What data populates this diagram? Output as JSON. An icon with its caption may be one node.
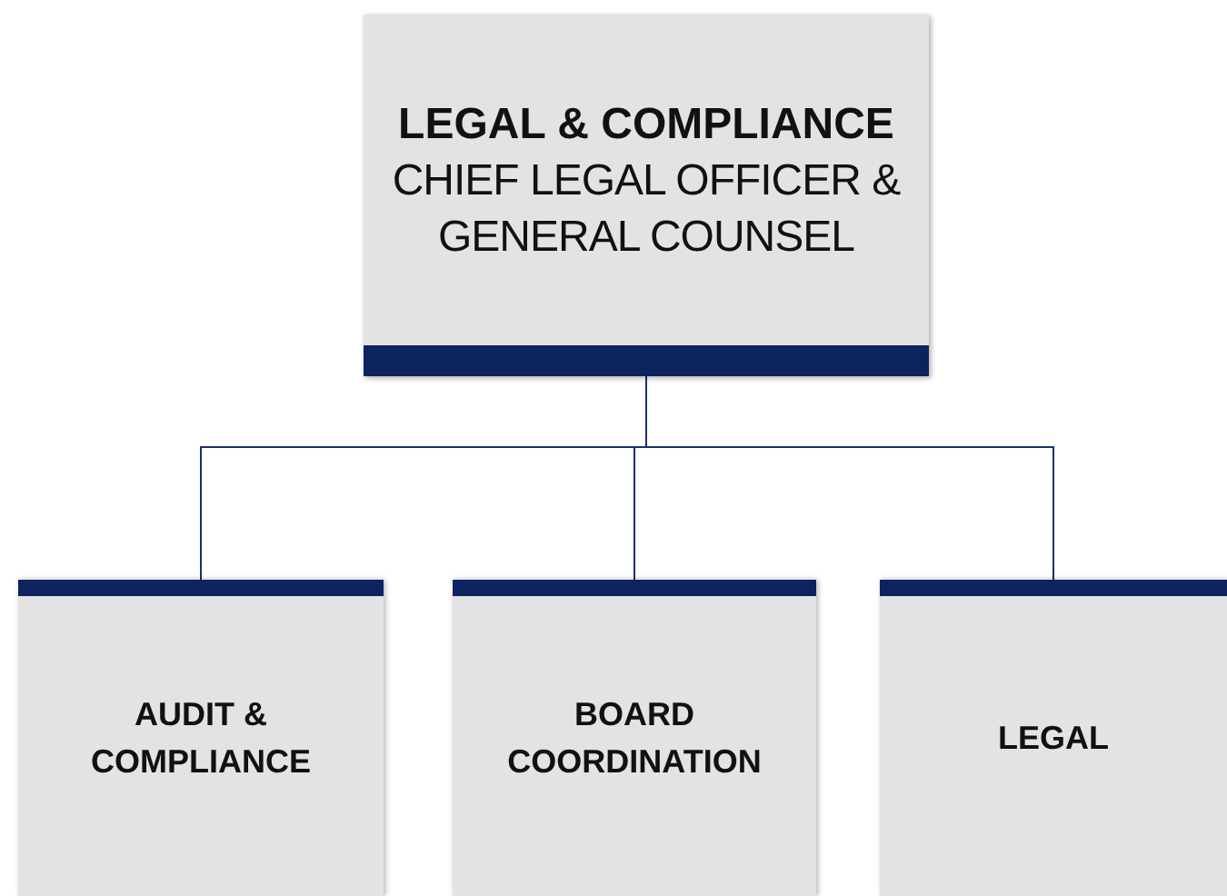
{
  "diagram": {
    "nodes": [
      {
        "text": [
          "LEGAL & COMPLIANCE",
          "CHIEF LEGAL OFFICER & GENERAL COUNSEL"
        ]
      },
      {
        "text": [
          "AUDIT & COMPLIANCE"
        ]
      },
      {
        "text": [
          "BOARD COORDINATION"
        ]
      },
      {
        "text": [
          "LEGAL"
        ]
      }
    ],
    "edges": [
      {
        "from": 0,
        "to": 1,
        "arrow": "none"
      },
      {
        "from": 0,
        "to": 2,
        "arrow": "none"
      },
      {
        "from": 0,
        "to": 3,
        "arrow": "none"
      }
    ]
  }
}
